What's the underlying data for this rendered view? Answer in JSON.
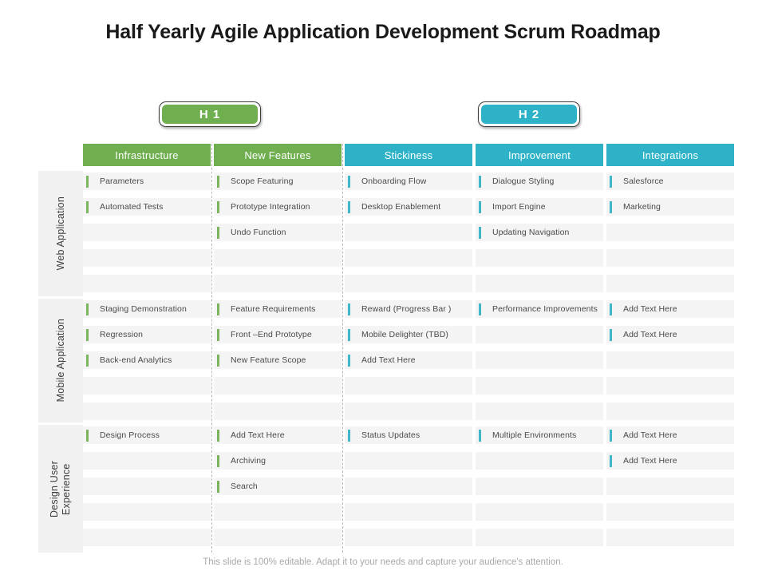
{
  "slide": {
    "title": "Half Yearly Agile Application Development Scrum Roadmap",
    "footer_note": "This slide is 100% editable. Adapt it to your needs and capture your audience's attention."
  },
  "colors": {
    "green": "#6FAF4F",
    "teal": "#2EB2C7",
    "green_bar": "#7CB35E",
    "teal_bar": "#3FB6C9",
    "cell_bg": "#F4F4F4",
    "rail_bg": "#F1F1F1",
    "title_color": "#1a1a1a",
    "footer_color": "#a8a8a8"
  },
  "phases": [
    {
      "label": "H 1",
      "accent": "green"
    },
    {
      "label": "H 2",
      "accent": "teal"
    }
  ],
  "columns": [
    {
      "label": "Infrastructure",
      "accent": "green"
    },
    {
      "label": "New Features",
      "accent": "green"
    },
    {
      "label": "Stickiness",
      "accent": "teal"
    },
    {
      "label": "Improvement",
      "accent": "teal"
    },
    {
      "label": "Integrations",
      "accent": "teal"
    }
  ],
  "rows": [
    {
      "label": "Web Application"
    },
    {
      "label": "Mobile Application"
    },
    {
      "label": "Design User\nExperience"
    }
  ],
  "matrix": [
    {
      "row": "Web Application",
      "cells": [
        [
          "Parameters",
          "Automated Tests",
          "",
          "",
          ""
        ],
        [
          "Scope Featuring",
          "Prototype Integration",
          "Undo Function",
          "",
          ""
        ],
        [
          "Onboarding Flow",
          "Desktop Enablement",
          "",
          "",
          ""
        ],
        [
          "Dialogue Styling",
          "Import Engine",
          "Updating Navigation",
          "",
          ""
        ],
        [
          "Salesforce",
          "Marketing",
          "",
          "",
          ""
        ]
      ]
    },
    {
      "row": "Mobile Application",
      "cells": [
        [
          "Staging Demonstration",
          "Regression",
          "Back-end Analytics",
          "",
          ""
        ],
        [
          "Feature Requirements",
          "Front –End Prototype",
          "New Feature Scope",
          "",
          ""
        ],
        [
          "Reward (Progress Bar )",
          "Mobile Delighter (TBD)",
          "Add Text Here",
          "",
          ""
        ],
        [
          "Performance Improvements",
          "",
          "",
          "",
          ""
        ],
        [
          "Add Text Here",
          "Add Text Here",
          "",
          "",
          ""
        ]
      ]
    },
    {
      "row": "Design User Experience",
      "cells": [
        [
          "Design Process",
          "",
          "",
          "",
          ""
        ],
        [
          "Add Text Here",
          "Archiving",
          "Search",
          "",
          ""
        ],
        [
          "Status Updates",
          "",
          "",
          "",
          ""
        ],
        [
          "Multiple Environments",
          "",
          "",
          "",
          ""
        ],
        [
          "Add Text Here",
          "Add Text Here",
          "",
          "",
          ""
        ]
      ]
    }
  ]
}
